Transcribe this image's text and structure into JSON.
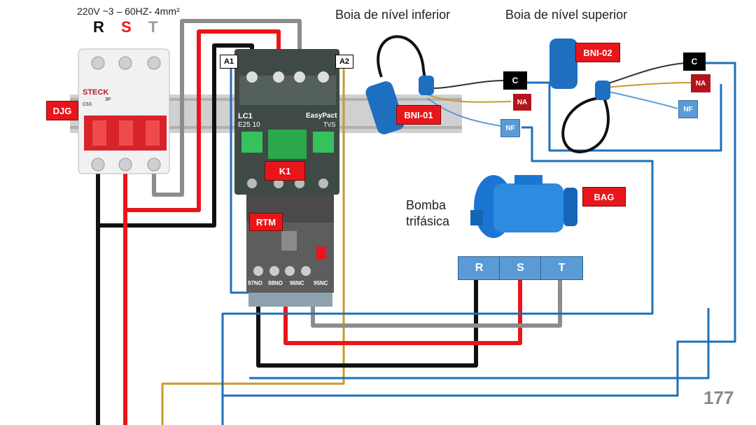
{
  "supply_label": "220V ~3 – 60HZ- 4mm²",
  "phases": [
    {
      "label": "R",
      "color": "#111111"
    },
    {
      "label": "S",
      "color": "#e8161b"
    },
    {
      "label": "T",
      "color": "#9a9a9a"
    }
  ],
  "breaker": {
    "tag": "DJG",
    "brand": "STECK",
    "rating": "C63",
    "poles": "3P"
  },
  "contactor": {
    "tag": "K1",
    "coil_a1": "A1",
    "coil_a2": "A2",
    "model": "LC1",
    "code": "E25 10",
    "series": "EasyPact",
    "series2": "TVS"
  },
  "relay": {
    "tag": "RTM",
    "contacts": [
      "97NO",
      "98NO",
      "96NC",
      "95NC"
    ]
  },
  "float_lower": {
    "title": "Boia de nível inferior",
    "tag": "BNI-01",
    "c": "C",
    "na": "NA",
    "nf": "NF"
  },
  "float_upper": {
    "title": "Boia de nível superior",
    "tag": "BNI-02",
    "c": "C",
    "na": "NA",
    "nf": "NF"
  },
  "pump": {
    "title_line1": "Bomba",
    "title_line2": "trifásica",
    "tag": "BAG",
    "terminals": [
      "R",
      "S",
      "T"
    ]
  },
  "page_number": "177",
  "colors": {
    "red_tag": "#e8161b",
    "blue_wire": "#1f6fb8",
    "gold_wire": "#c89a2a",
    "gray_wire": "#8c8c8c",
    "terminal_blue": "#5b9bd5"
  }
}
